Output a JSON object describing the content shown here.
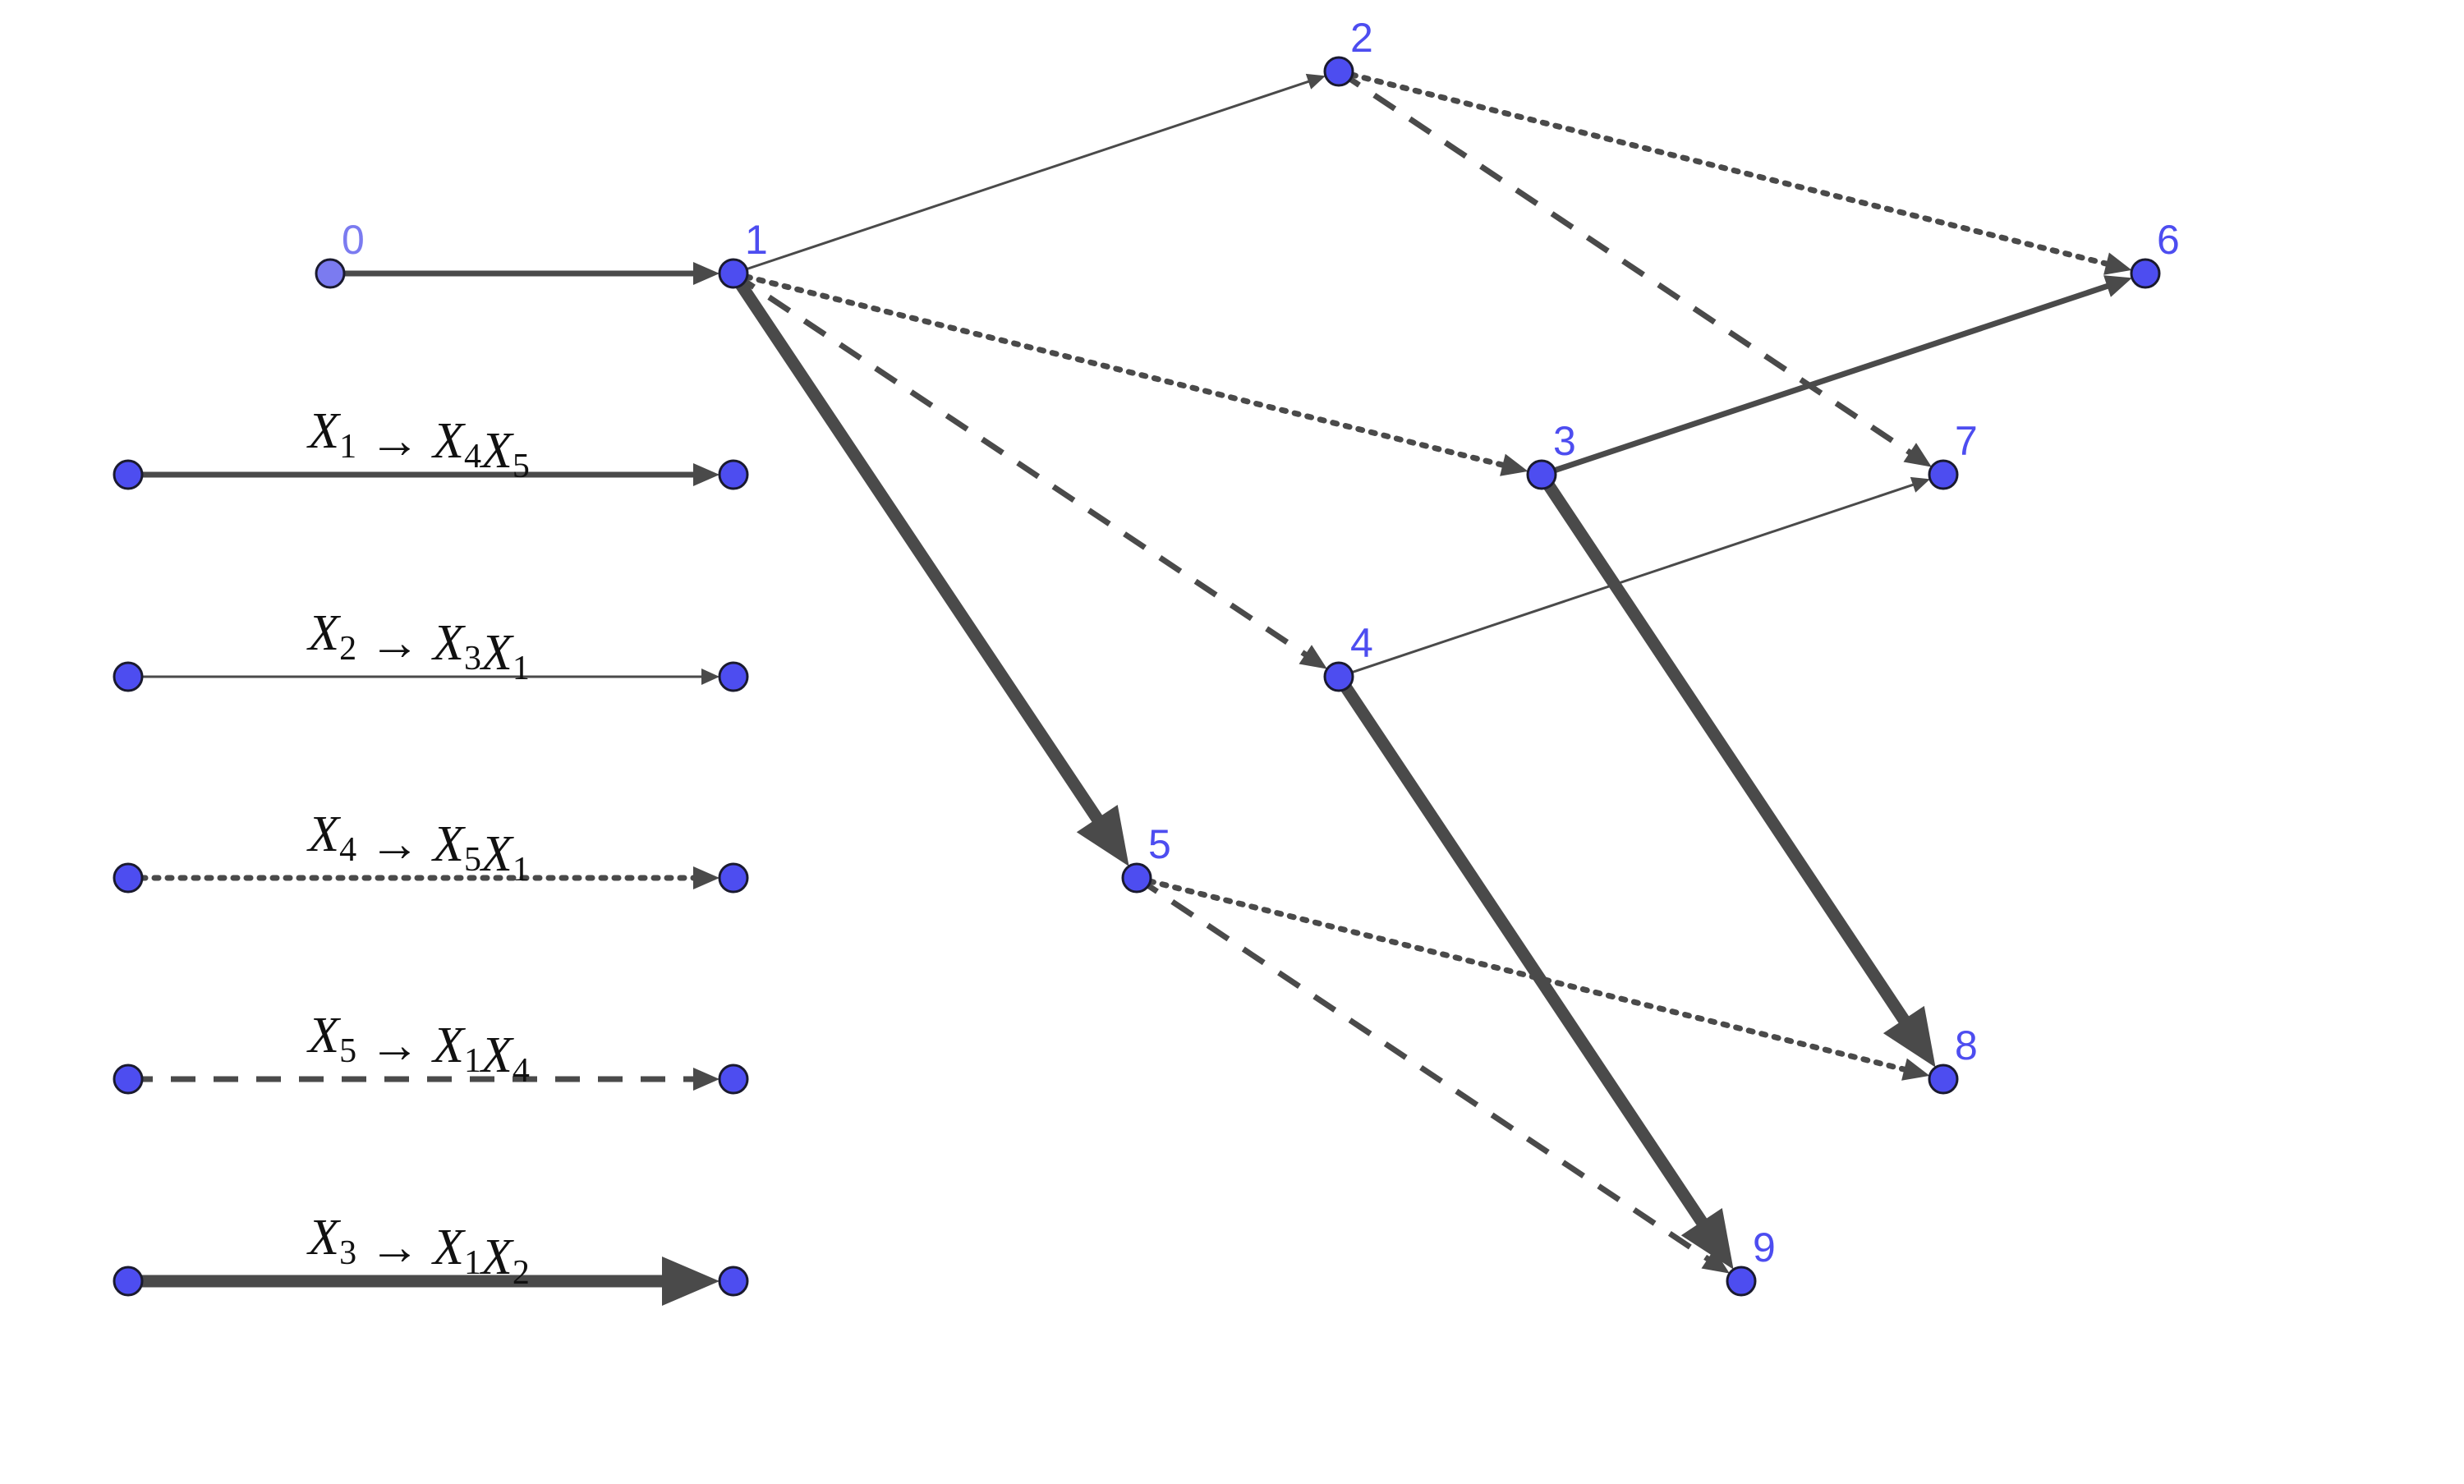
{
  "colors": {
    "node_fill": "#4d4df0",
    "node_fill_start": "#7b7bf0",
    "node_stroke": "#1a1a2e",
    "label": "#4d4df0",
    "label_start": "#7b7bf0",
    "edge": "#4a4a4a"
  },
  "styles": {
    "X1": {
      "stroke": "solid",
      "weight": "medium"
    },
    "X2": {
      "stroke": "solid",
      "weight": "thin"
    },
    "X3": {
      "stroke": "solid",
      "weight": "thick"
    },
    "X4": {
      "stroke": "dotted",
      "weight": "medium"
    },
    "X5": {
      "stroke": "dashed",
      "weight": "medium"
    }
  },
  "legend": [
    {
      "style": "X1",
      "lhs": {
        "base": "X",
        "sub": "1"
      },
      "arrow": "→",
      "rhs": [
        {
          "base": "X",
          "sub": "4"
        },
        {
          "base": "X",
          "sub": "5"
        }
      ]
    },
    {
      "style": "X2",
      "lhs": {
        "base": "X",
        "sub": "2"
      },
      "arrow": "→",
      "rhs": [
        {
          "base": "X",
          "sub": "3"
        },
        {
          "base": "X",
          "sub": "1"
        }
      ]
    },
    {
      "style": "X4",
      "lhs": {
        "base": "X",
        "sub": "4"
      },
      "arrow": "→",
      "rhs": [
        {
          "base": "X",
          "sub": "5"
        },
        {
          "base": "X",
          "sub": "1"
        }
      ]
    },
    {
      "style": "X5",
      "lhs": {
        "base": "X",
        "sub": "5"
      },
      "arrow": "→",
      "rhs": [
        {
          "base": "X",
          "sub": "1"
        },
        {
          "base": "X",
          "sub": "4"
        }
      ]
    },
    {
      "style": "X3",
      "lhs": {
        "base": "X",
        "sub": "3"
      },
      "arrow": "→",
      "rhs": [
        {
          "base": "X",
          "sub": "1"
        },
        {
          "base": "X",
          "sub": "2"
        }
      ]
    }
  ],
  "nodes": [
    {
      "id": "0",
      "label": "0",
      "start": true
    },
    {
      "id": "1",
      "label": "1"
    },
    {
      "id": "2",
      "label": "2"
    },
    {
      "id": "3",
      "label": "3"
    },
    {
      "id": "4",
      "label": "4"
    },
    {
      "id": "5",
      "label": "5"
    },
    {
      "id": "6",
      "label": "6"
    },
    {
      "id": "7",
      "label": "7"
    },
    {
      "id": "8",
      "label": "8"
    },
    {
      "id": "9",
      "label": "9"
    }
  ],
  "edges": [
    {
      "from": "0",
      "to": "1",
      "style": "X1"
    },
    {
      "from": "1",
      "to": "2",
      "style": "X2"
    },
    {
      "from": "1",
      "to": "3",
      "style": "X4"
    },
    {
      "from": "1",
      "to": "4",
      "style": "X5"
    },
    {
      "from": "1",
      "to": "5",
      "style": "X3"
    },
    {
      "from": "2",
      "to": "6",
      "style": "X4"
    },
    {
      "from": "2",
      "to": "7",
      "style": "X5"
    },
    {
      "from": "3",
      "to": "6",
      "style": "X1"
    },
    {
      "from": "3",
      "to": "8",
      "style": "X3"
    },
    {
      "from": "4",
      "to": "7",
      "style": "X2"
    },
    {
      "from": "4",
      "to": "9",
      "style": "X3"
    },
    {
      "from": "5",
      "to": "8",
      "style": "X4"
    },
    {
      "from": "5",
      "to": "9",
      "style": "X5"
    }
  ]
}
